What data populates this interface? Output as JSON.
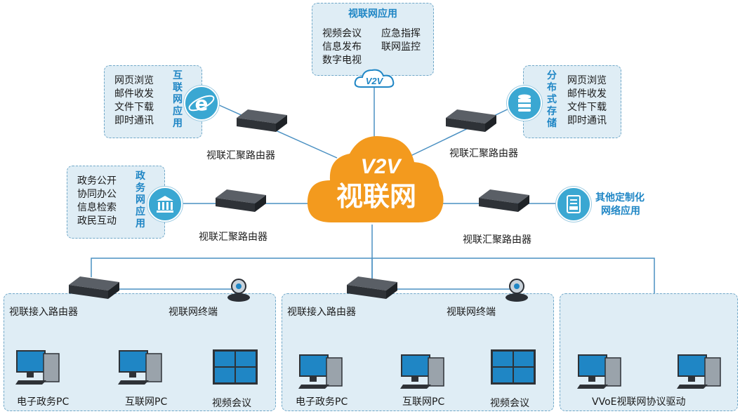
{
  "cloud": {
    "logo": "V2V",
    "name": "视联网"
  },
  "top_app": {
    "title": "视联网应用",
    "items_left": [
      "视频会议",
      "信息发布",
      "数字电视"
    ],
    "items_right": [
      "应急指挥",
      "联网监控"
    ],
    "badge": "V2V"
  },
  "internet_app": {
    "title": "互联网应用",
    "items": [
      "网页浏览",
      "邮件收发",
      "文件下载",
      "即时通讯"
    ]
  },
  "storage_app": {
    "title": "分布式存储",
    "items": [
      "网页浏览",
      "邮件收发",
      "文件下载",
      "即时通讯"
    ]
  },
  "gov_app": {
    "title": "政务网应用",
    "items": [
      "政务公开",
      "协同办公",
      "信息检索",
      "政民互动"
    ]
  },
  "custom_app": {
    "title_line1": "其他定制化",
    "title_line2": "网络应用"
  },
  "routers": {
    "top_left": "视联汇聚路由器",
    "top_right": "视联汇聚路由器",
    "mid_left": "视联汇聚路由器",
    "mid_right": "视联汇聚路由器"
  },
  "segments": [
    {
      "router": "视联接入路由器",
      "terminal": "视联网终端",
      "pc1": "电子政务PC",
      "pc2": "互联网PC",
      "screen": "视频会议"
    },
    {
      "router": "视联接入路由器",
      "terminal": "视联网终端",
      "pc1": "电子政务PC",
      "pc2": "互联网PC",
      "screen": "视频会议"
    },
    {
      "driver": "VVoE视联网协议驱动"
    }
  ],
  "colors": {
    "cloud": "#f39a1e",
    "accent": "#1f86c5",
    "line": "#4a90c2",
    "panel": "#dfedf5"
  }
}
